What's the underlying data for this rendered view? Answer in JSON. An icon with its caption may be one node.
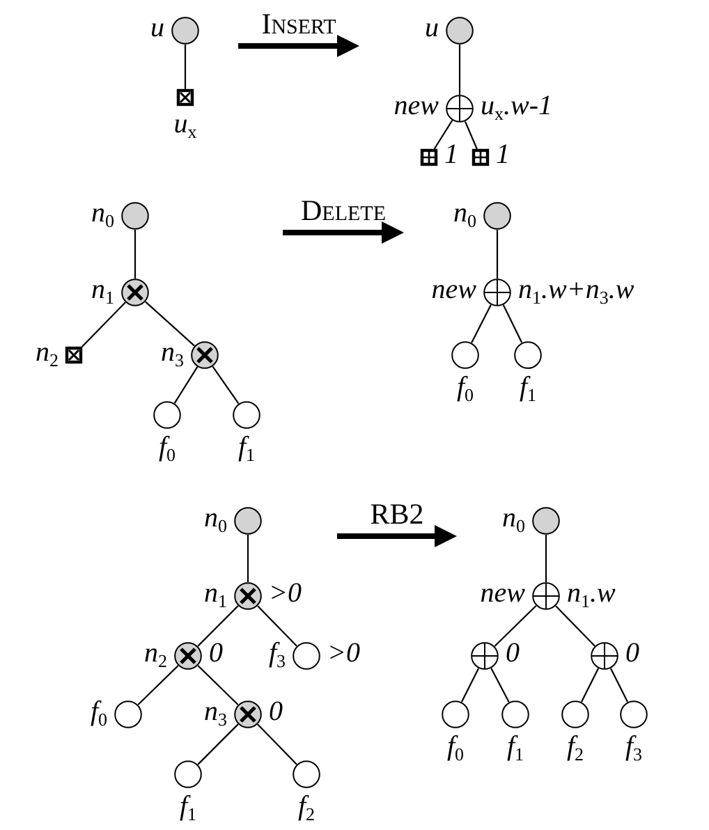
{
  "diagram": {
    "nodes": [
      {
        "text": [],
        "shape": "circle",
        "beside": [
          "u"
        ]
      },
      {
        "text": [],
        "shape": "box",
        "beside": [
          "u$_{x}$"
        ]
      },
      {
        "text": [],
        "shape": "circle",
        "beside": [
          "u"
        ]
      },
      {
        "text": [],
        "shape": "circle",
        "beside": [
          "new",
          "u$_{x}$.w-1"
        ]
      },
      {
        "text": [],
        "shape": "box",
        "beside": [
          "1"
        ]
      },
      {
        "text": [],
        "shape": "box",
        "beside": [
          "1"
        ]
      },
      {
        "text": [],
        "shape": "circle",
        "beside": [
          "n$_{0}$"
        ]
      },
      {
        "text": [],
        "shape": "circle",
        "beside": [
          "n$_{1}$"
        ]
      },
      {
        "text": [],
        "shape": "box",
        "beside": [
          "n$_{2}$"
        ]
      },
      {
        "text": [],
        "shape": "circle",
        "beside": [
          "n$_{3}$"
        ]
      },
      {
        "text": [],
        "shape": "circle",
        "beside": [
          "f$_{0}$"
        ]
      },
      {
        "text": [],
        "shape": "circle",
        "beside": [
          "f$_{1}$"
        ]
      },
      {
        "text": [],
        "shape": "circle",
        "beside": [
          "n$_{0}$"
        ]
      },
      {
        "text": [],
        "shape": "circle",
        "beside": [
          "new",
          "n$_{1}$.w+n$_{3}$.w"
        ]
      },
      {
        "text": [],
        "shape": "circle",
        "beside": [
          "f$_{0}$"
        ]
      },
      {
        "text": [],
        "shape": "circle",
        "beside": [
          "f$_{1}$"
        ]
      },
      {
        "text": [],
        "shape": "circle",
        "beside": [
          "n$_{0}$"
        ]
      },
      {
        "text": [],
        "shape": "circle",
        "beside": [
          "n$_{1}$",
          ">0"
        ]
      },
      {
        "text": [],
        "shape": "circle",
        "beside": [
          "n$_{2}$",
          "0"
        ]
      },
      {
        "text": [],
        "shape": "circle",
        "beside": [
          "f$_{3}$",
          ">0"
        ]
      },
      {
        "text": [],
        "shape": "circle",
        "beside": [
          "f$_{0}$"
        ]
      },
      {
        "text": [],
        "shape": "circle",
        "beside": [
          "n$_{3}$",
          "0"
        ]
      },
      {
        "text": [],
        "shape": "circle",
        "beside": [
          "f$_{1}$"
        ]
      },
      {
        "text": [],
        "shape": "circle",
        "beside": [
          "f$_{2}$"
        ]
      },
      {
        "text": [],
        "shape": "circle",
        "beside": [
          "n$_{0}$"
        ]
      },
      {
        "text": [],
        "shape": "circle",
        "beside": [
          "new",
          "n$_{1}$.w"
        ]
      },
      {
        "text": [],
        "shape": "circle",
        "beside": [
          "0"
        ]
      },
      {
        "text": [],
        "shape": "circle",
        "beside": [
          "0"
        ]
      },
      {
        "text": [],
        "shape": "circle",
        "beside": [
          "f$_{0}$"
        ]
      },
      {
        "text": [],
        "shape": "circle",
        "beside": [
          "f$_{1}$"
        ]
      },
      {
        "text": [],
        "shape": "circle",
        "beside": [
          "f$_{2}$"
        ]
      },
      {
        "text": [],
        "shape": "circle",
        "beside": [
          "f$_{3}$"
        ]
      }
    ],
    "edges": [
      {
        "from": 0,
        "to": 1,
        "arrow": "none"
      },
      {
        "from": 2,
        "to": 3,
        "arrow": "none"
      },
      {
        "from": 3,
        "to": 4,
        "arrow": "none"
      },
      {
        "from": 3,
        "to": 5,
        "arrow": "none"
      },
      {
        "from": 6,
        "to": 7,
        "arrow": "none"
      },
      {
        "from": 7,
        "to": 8,
        "arrow": "none"
      },
      {
        "from": 7,
        "to": 9,
        "arrow": "none"
      },
      {
        "from": 9,
        "to": 10,
        "arrow": "none"
      },
      {
        "from": 9,
        "to": 11,
        "arrow": "none"
      },
      {
        "from": 12,
        "to": 13,
        "arrow": "none"
      },
      {
        "from": 13,
        "to": 14,
        "arrow": "none"
      },
      {
        "from": 13,
        "to": 15,
        "arrow": "none"
      },
      {
        "from": 16,
        "to": 17,
        "arrow": "none"
      },
      {
        "from": 17,
        "to": 18,
        "arrow": "none"
      },
      {
        "from": 17,
        "to": 19,
        "arrow": "none"
      },
      {
        "from": 18,
        "to": 20,
        "arrow": "none"
      },
      {
        "from": 18,
        "to": 21,
        "arrow": "none"
      },
      {
        "from": 21,
        "to": 22,
        "arrow": "none"
      },
      {
        "from": 21,
        "to": 23,
        "arrow": "none"
      },
      {
        "from": 24,
        "to": 25,
        "arrow": "none"
      },
      {
        "from": 25,
        "to": 26,
        "arrow": "none"
      },
      {
        "from": 25,
        "to": 27,
        "arrow": "none"
      },
      {
        "from": 26,
        "to": 28,
        "arrow": "none"
      },
      {
        "from": 26,
        "to": 29,
        "arrow": "none"
      },
      {
        "from": 27,
        "to": 30,
        "arrow": "none"
      },
      {
        "from": 27,
        "to": 31,
        "arrow": "none"
      }
    ],
    "labels": [
      "Insert",
      "Delete",
      "RB2"
    ]
  }
}
